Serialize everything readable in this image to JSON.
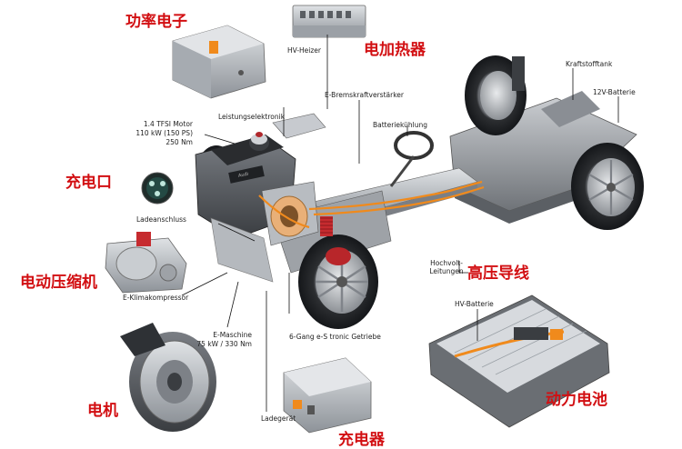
{
  "labels_de": {
    "hv_heizer": "HV-Heizer",
    "bremskraft": "E-Bremskraftverstärker",
    "kraftstofftank": "Kraftstofftank",
    "batterie_12v": "12V-Batterie",
    "leistungselektronik": "Leistungselektronik",
    "motor_line1": "1.4 TFSI Motor",
    "motor_line2": "110 kW (150 PS)",
    "motor_line3": "250 Nm",
    "batteriekuehlung": "Batteriekühlung",
    "ladeanschluss": "Ladeanschluss",
    "klimakompressor": "E-Klimakompressor",
    "hochvolt_line1": "Hochvolt-",
    "hochvolt_line2": "Leitungen",
    "hv_batterie": "HV-Batterie",
    "emaschine_line1": "E-Maschine",
    "emaschine_line2": "75 kW / 330 Nm",
    "getriebe": "6-Gang e-S tronic Getriebe",
    "ladegeraet": "Ladegerät"
  },
  "labels_cn": {
    "power_electronics": "功率电子",
    "electric_heater": "电加热器",
    "charging_port": "充电口",
    "e_compressor": "电动压缩机",
    "motor": "电机",
    "charger": "充电器",
    "hv_cable": "高压导线",
    "battery_pack": "动力电池"
  },
  "colors": {
    "callout_cn": "#d20f12",
    "hv_orange": "#f08a1c",
    "metal": "#9a9ea3"
  }
}
